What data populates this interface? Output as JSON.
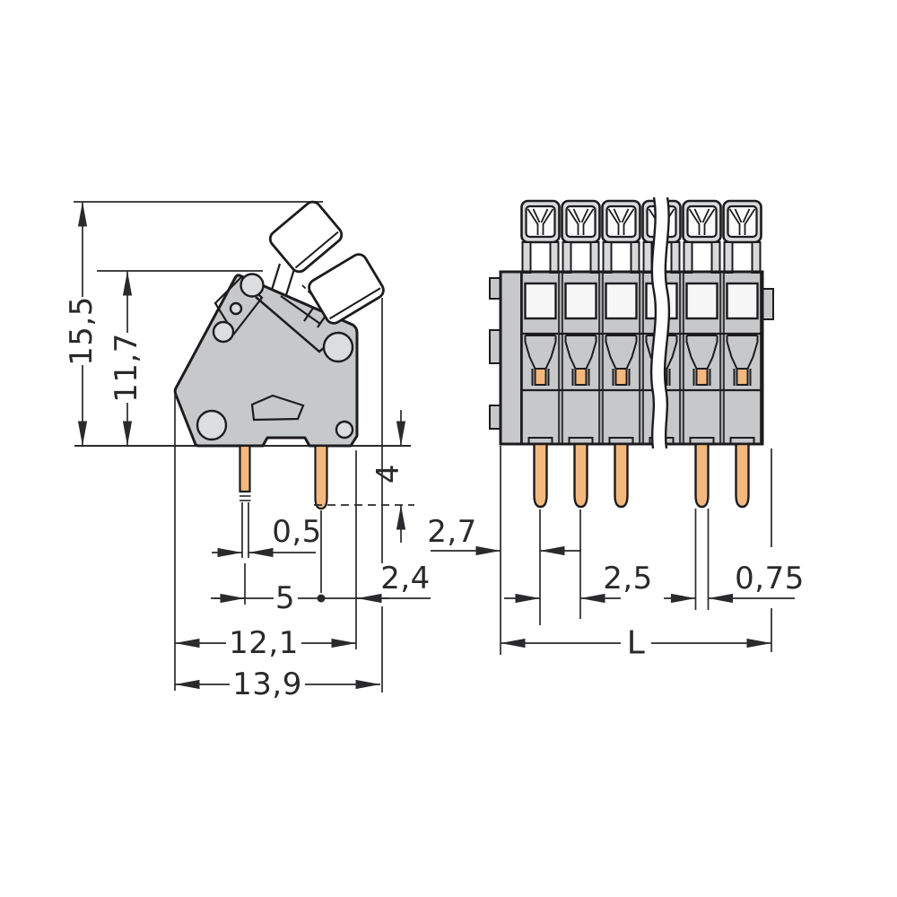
{
  "drawing": {
    "kind": "technical dimension drawing",
    "subject": "PCB terminal block with push levers, side view and front view with break line",
    "colors": {
      "background": "#ffffff",
      "outline": "#1c1c1e",
      "housing_gray": "#c7c8ca",
      "housing_dark_gap": "#a9aaac",
      "lever_head_gray": "#d8d9db",
      "window_white": "#fbfbfc",
      "pin_copper": "#f3b87e",
      "dimension_ink": "#2a2a2c"
    },
    "views": {
      "side": {
        "name": "side view (single pole with actuation levers)",
        "dims": {
          "total_height": "15,5",
          "body_height": "11,7",
          "thin_pin_width": "0,5",
          "pin_spacing": "5",
          "body_width": "12,1",
          "total_width": "13,9",
          "pin_length": "4",
          "pin_edge_offset": "2,4"
        }
      },
      "front": {
        "name": "front view (multi-pole strip with break line)",
        "terminals_shown": 6,
        "pins_shown": 5,
        "dims": {
          "edge_to_first_pin": "2,7",
          "pole_pitch": "2,5",
          "pin_width": "0,75",
          "total_length": "L"
        }
      }
    }
  }
}
